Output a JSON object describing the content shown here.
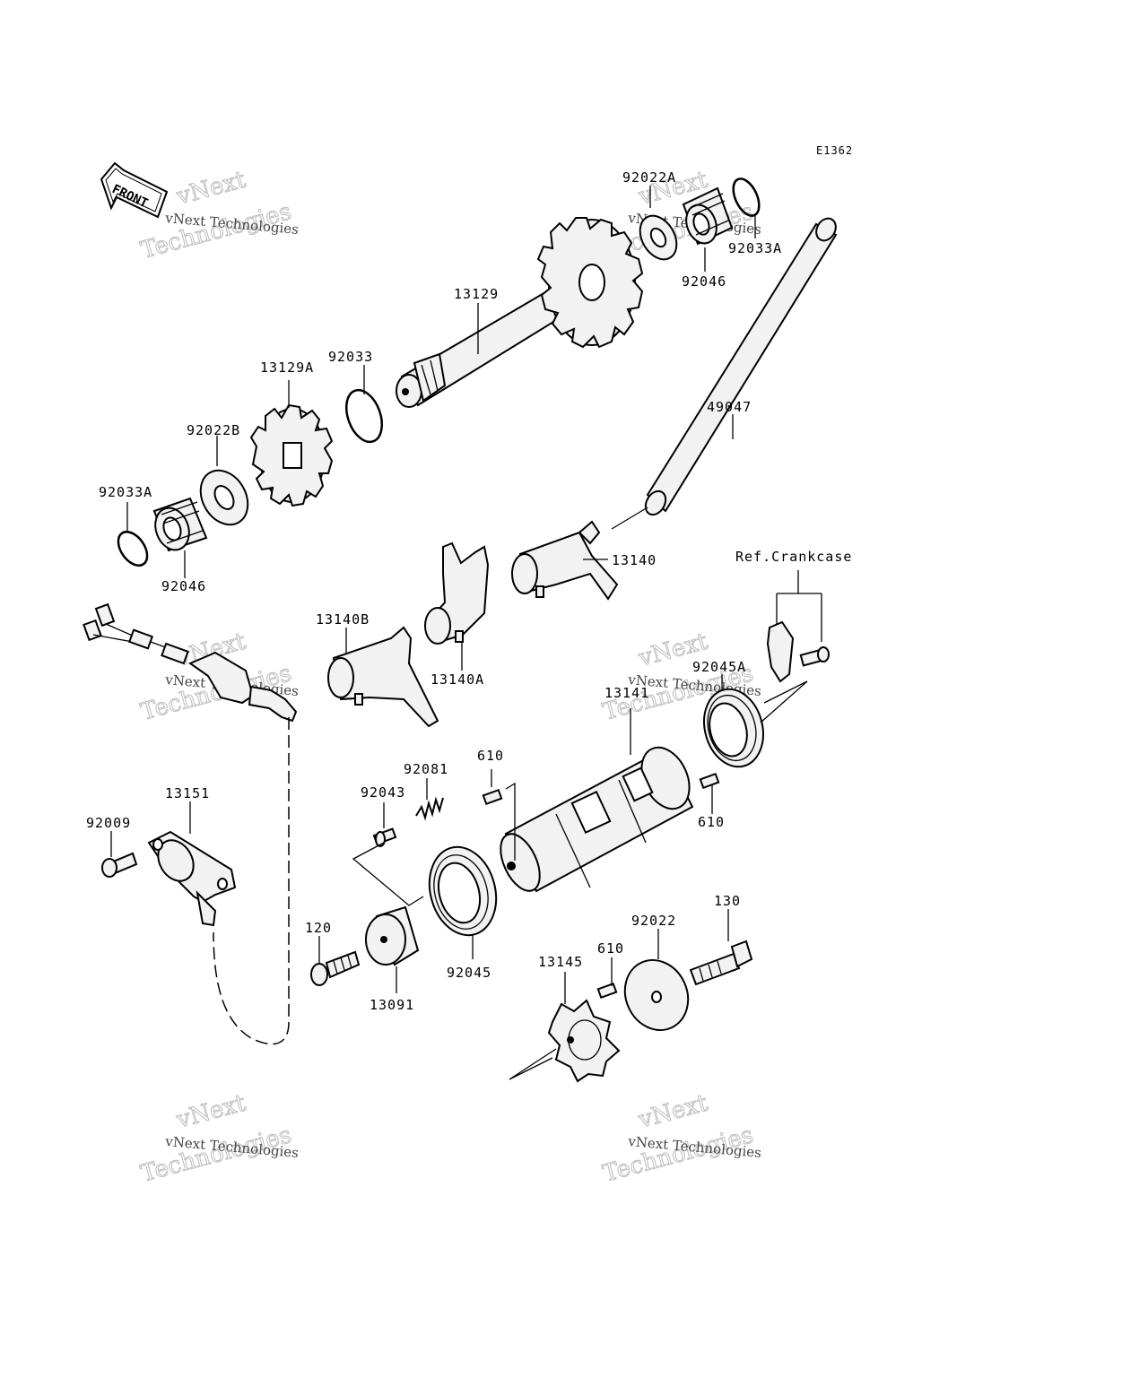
{
  "diagram": {
    "code": "E1362",
    "front_label": "FRONT",
    "ref_label": "Ref.Crankcase",
    "watermark": {
      "line1": "vNext Technologies",
      "line2": "vNext",
      "line3": "Technologies"
    },
    "labels": {
      "p92022A": "92022A",
      "p92033A_top": "92033A",
      "p92046_top": "92046",
      "p13129": "13129",
      "p92033": "92033",
      "p13129A": "13129A",
      "p92022B": "92022B",
      "p92033A_left": "92033A",
      "p92046_left": "92046",
      "p49047": "49047",
      "p13140": "13140",
      "p13140B": "13140B",
      "p13140A": "13140A",
      "p92045A": "92045A",
      "p13141": "13141",
      "p610_a": "610",
      "p92081": "92081",
      "p92043": "92043",
      "p610_b": "610",
      "p13151": "13151",
      "p92009": "92009",
      "p130": "130",
      "p92022": "92022",
      "p120": "120",
      "p610_c": "610",
      "p13145": "13145",
      "p92045": "92045",
      "p13091": "13091"
    }
  }
}
